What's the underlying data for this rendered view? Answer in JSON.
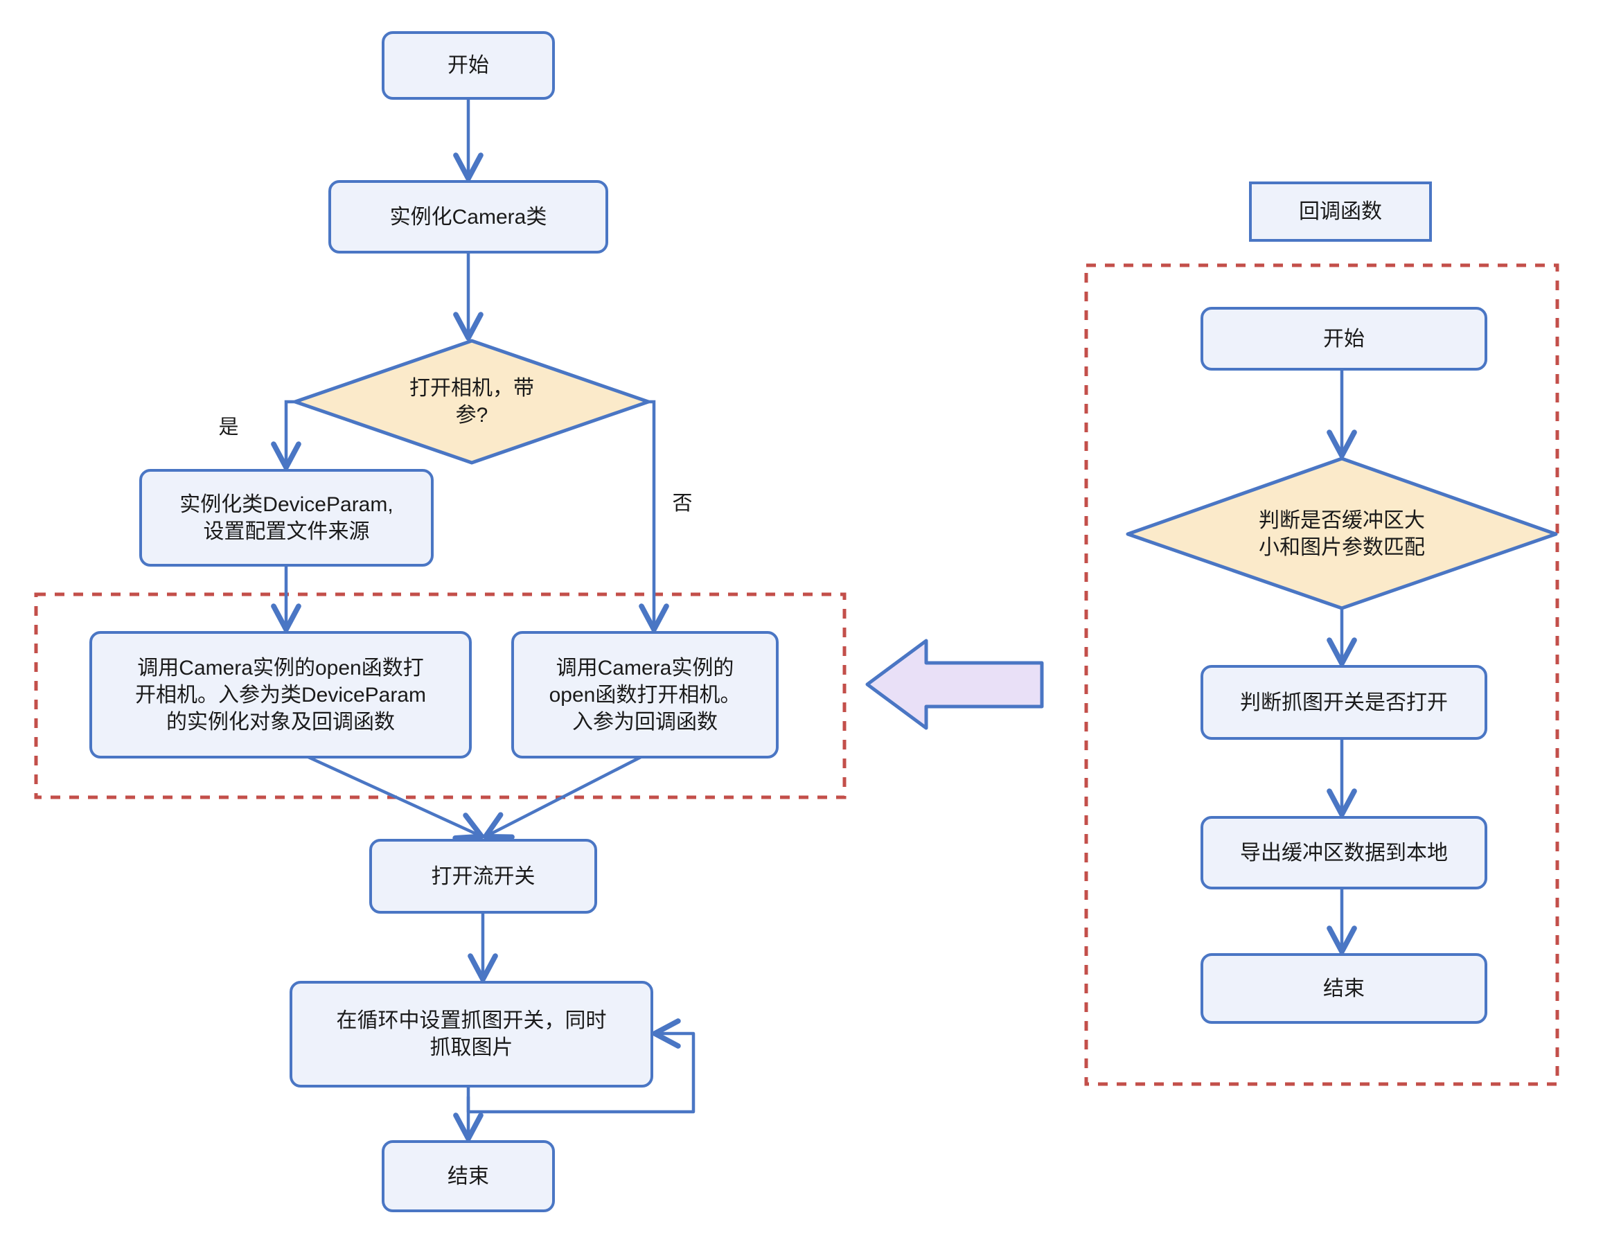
{
  "diagram": {
    "type": "flowchart",
    "title_visible": false,
    "colors": {
      "process_fill": "#eef2fb",
      "process_stroke": "#4a76c4",
      "decision_fill": "#fbeaca",
      "decision_stroke": "#4a76c4",
      "arrow_stroke": "#4a76c4",
      "group_dashed_stroke": "#c34f4a",
      "callout_arrow_fill": "#e9e0f7",
      "callout_arrow_stroke": "#4a76c4",
      "text": "#1a1a1a",
      "background": "#ffffff"
    },
    "main_flow": {
      "nodes": [
        {
          "id": "start",
          "shape": "rounded-rect",
          "label": "开始"
        },
        {
          "id": "new_camera",
          "shape": "rounded-rect",
          "label": "实例化Camera类"
        },
        {
          "id": "decide_param",
          "shape": "diamond",
          "label": "打开相机，带\n参?"
        },
        {
          "id": "new_param",
          "shape": "rounded-rect",
          "label": "实例化类DeviceParam,\n设置配置文件来源"
        },
        {
          "id": "open_with_param",
          "shape": "rounded-rect",
          "label": "调用Camera实例的open函数打\n开相机。入参为类DeviceParam\n的实例化对象及回调函数"
        },
        {
          "id": "open_without_param",
          "shape": "rounded-rect",
          "label": "调用Camera实例的\nopen函数打开相机。\n入参为回调函数"
        },
        {
          "id": "open_stream",
          "shape": "rounded-rect",
          "label": "打开流开关"
        },
        {
          "id": "loop_grab",
          "shape": "rounded-rect",
          "label": "在循环中设置抓图开关，同时\n抓取图片"
        },
        {
          "id": "end",
          "shape": "rounded-rect",
          "label": "结束"
        }
      ],
      "edges": [
        {
          "from": "start",
          "to": "new_camera",
          "label": ""
        },
        {
          "from": "new_camera",
          "to": "decide_param",
          "label": ""
        },
        {
          "from": "decide_param",
          "to": "new_param",
          "label": "是"
        },
        {
          "from": "decide_param",
          "to": "open_without_param",
          "label": "否"
        },
        {
          "from": "new_param",
          "to": "open_with_param",
          "label": ""
        },
        {
          "from": "open_with_param",
          "to": "open_stream",
          "label": ""
        },
        {
          "from": "open_without_param",
          "to": "open_stream",
          "label": ""
        },
        {
          "from": "open_stream",
          "to": "loop_grab",
          "label": ""
        },
        {
          "from": "loop_grab",
          "to": "end",
          "label": ""
        },
        {
          "from": "loop_grab",
          "to": "loop_grab",
          "label": ""
        }
      ]
    },
    "callback_flow": {
      "header_label": "回调函数",
      "nodes": [
        {
          "id": "cb_start",
          "shape": "rounded-rect",
          "label": "开始"
        },
        {
          "id": "cb_decide",
          "shape": "diamond",
          "label": "判断是否缓冲区大\n小和图片参数匹配"
        },
        {
          "id": "cb_switch",
          "shape": "rounded-rect",
          "label": "判断抓图开关是否打开"
        },
        {
          "id": "cb_export",
          "shape": "rounded-rect",
          "label": "导出缓冲区数据到本地"
        },
        {
          "id": "cb_end",
          "shape": "rounded-rect",
          "label": "结束"
        }
      ],
      "edges": [
        {
          "from": "cb_start",
          "to": "cb_decide"
        },
        {
          "from": "cb_decide",
          "to": "cb_switch"
        },
        {
          "from": "cb_switch",
          "to": "cb_export"
        },
        {
          "from": "cb_export",
          "to": "cb_end"
        }
      ]
    },
    "groups": [
      {
        "id": "open-call-group",
        "style": "red-dashed",
        "contains": [
          "open_with_param",
          "open_without_param"
        ]
      },
      {
        "id": "callback-group",
        "style": "red-dashed",
        "contains": [
          "cb_start",
          "cb_decide",
          "cb_switch",
          "cb_export",
          "cb_end"
        ]
      }
    ],
    "callout": {
      "id": "callback-pointer-arrow",
      "direction": "left",
      "meaning": "回调函数指向open调用"
    }
  }
}
